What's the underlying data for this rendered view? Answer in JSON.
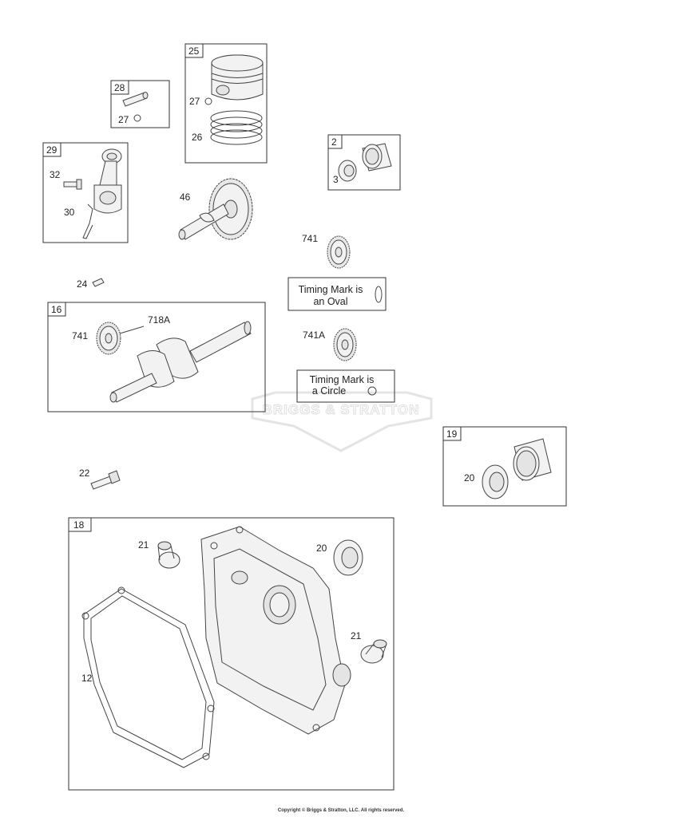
{
  "boxes": {
    "b25": "25",
    "b28": "28",
    "b29": "29",
    "b2": "2",
    "b16": "16",
    "b19": "19",
    "b18": "18"
  },
  "callouts": {
    "c27a": "27",
    "c26": "26",
    "c27b": "27",
    "c32": "32",
    "c30": "30",
    "c3": "3",
    "c46": "46",
    "c741a": "741",
    "c24": "24",
    "c741b": "741",
    "c718A": "718A",
    "c741A": "741A",
    "c22": "22",
    "c20a": "20",
    "c21a": "21",
    "c20b": "20",
    "c21b": "21",
    "c12": "12"
  },
  "notes": {
    "oval_line1": "Timing Mark is",
    "oval_line2": "an Oval",
    "circle_line1": "Timing Mark is",
    "circle_line2": "a Circle"
  },
  "watermark": "BRIGGS & STRATTON",
  "copyright": "Copyright © Briggs & Stratton, LLC. All rights reserved."
}
